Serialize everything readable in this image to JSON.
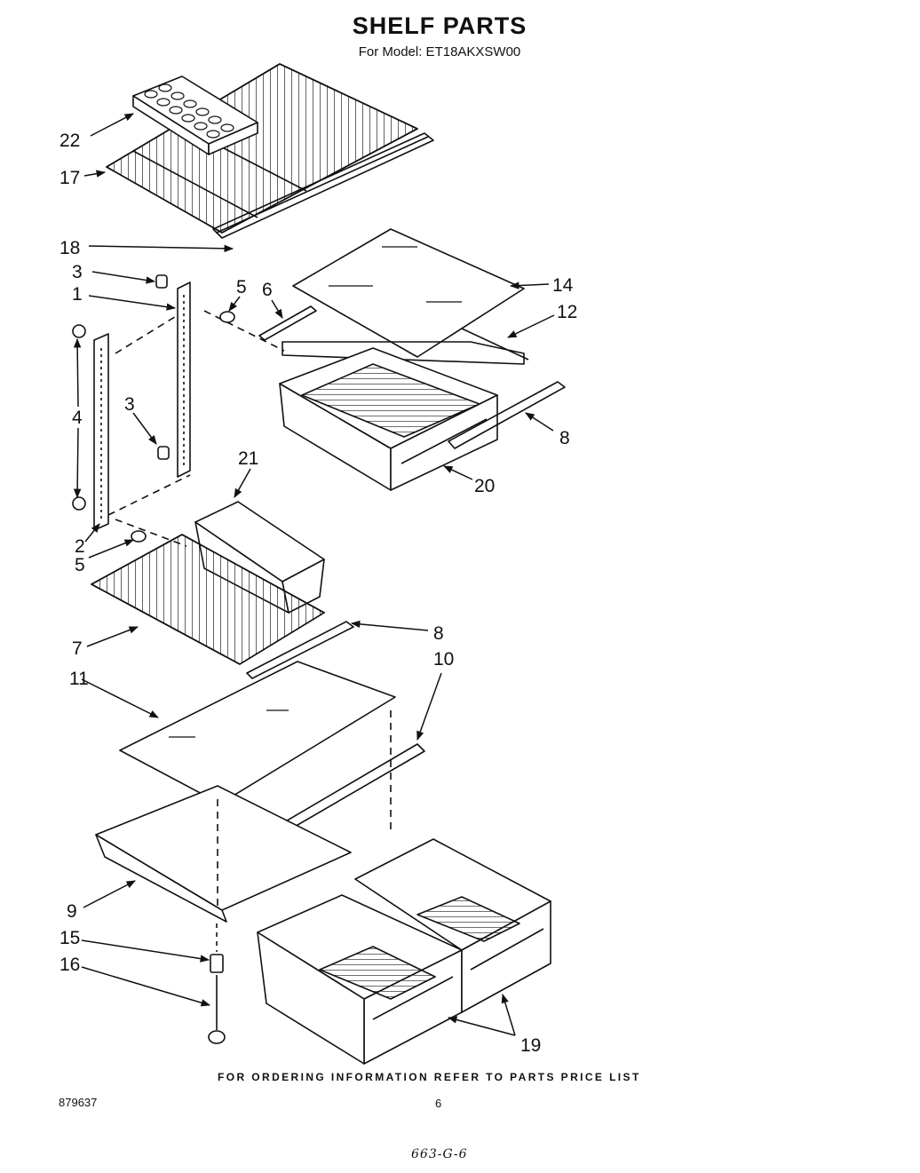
{
  "header": {
    "title": "SHELF PARTS",
    "subtitle": "For Model: ET18AKXSW00"
  },
  "callouts": [
    "22",
    "17",
    "18",
    "3",
    "1",
    "5",
    "6",
    "14",
    "12",
    "4",
    "3",
    "8",
    "21",
    "20",
    "2",
    "5",
    "8",
    "7",
    "10",
    "11",
    "9",
    "15",
    "16",
    "19"
  ],
  "footer": {
    "ordering_note": "FOR ORDERING INFORMATION REFER TO PARTS PRICE LIST",
    "doc_number": "879637",
    "page_number": "6",
    "handwritten_note": "663-G-6"
  }
}
